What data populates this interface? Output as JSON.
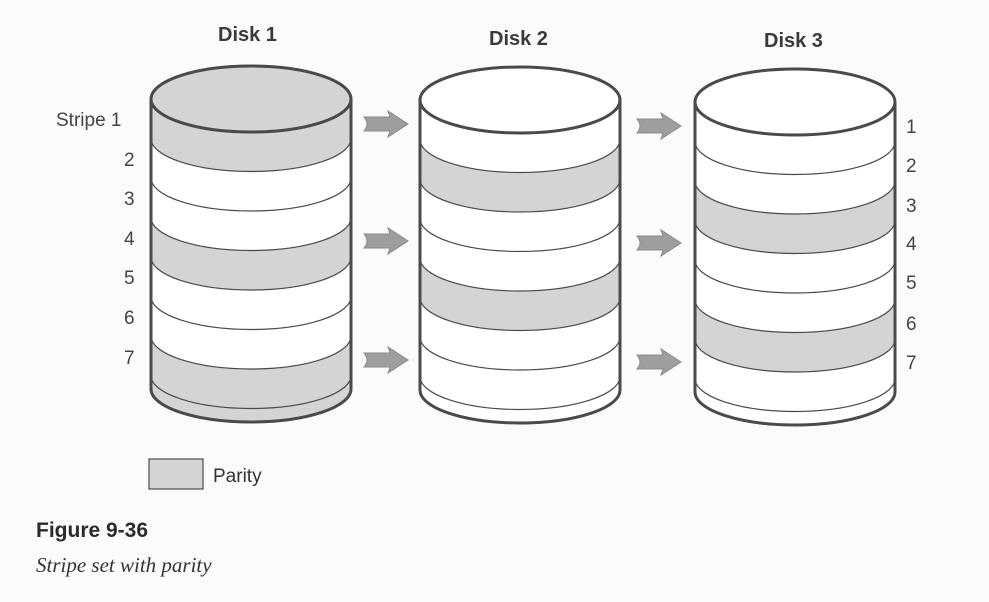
{
  "disks": [
    {
      "title": "Disk 1",
      "parity_stripes": [
        1,
        4,
        7
      ]
    },
    {
      "title": "Disk 2",
      "parity_stripes": [
        2,
        5
      ]
    },
    {
      "title": "Disk 3",
      "parity_stripes": [
        3,
        6
      ]
    }
  ],
  "stripe_labels_left": [
    "Stripe 1",
    "2",
    "3",
    "4",
    "5",
    "6",
    "7"
  ],
  "stripe_labels_right": [
    "1",
    "2",
    "3",
    "4",
    "5",
    "6",
    "7"
  ],
  "legend": {
    "label": "Parity"
  },
  "figure": {
    "number": "Figure 9-36",
    "caption": "Stripe set with parity"
  },
  "colors": {
    "parity_fill": "#d4d4d4",
    "outline": "#4a4a4a",
    "background": "#fbfbfb",
    "arrow": "#9e9e9e"
  }
}
